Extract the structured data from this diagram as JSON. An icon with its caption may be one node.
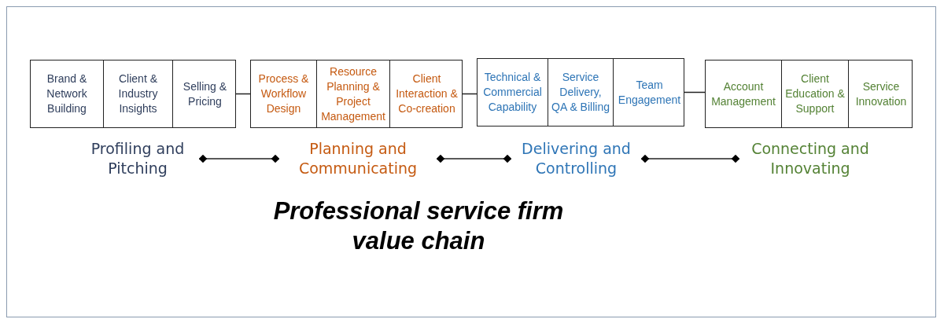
{
  "diagram": {
    "title": "Professional service firm value chain",
    "nodes": [
      {
        "text": [],
        "shape": "box"
      },
      {
        "text": [
          "Brand & Network Building"
        ],
        "in": 0
      },
      {
        "text": [
          "Client & Industry Insights"
        ],
        "in": 0
      },
      {
        "text": [
          "Selling & Pricing"
        ],
        "in": 0
      },
      {
        "text": [],
        "shape": "box"
      },
      {
        "text": [
          "Process & Workflow Design"
        ],
        "in": 4
      },
      {
        "text": [
          "Resource Planning & Project Management"
        ],
        "in": 4
      },
      {
        "text": [
          "Client Interaction & Co-creation"
        ],
        "in": 4
      },
      {
        "text": [],
        "shape": "box"
      },
      {
        "text": [
          "Technical & Commercial Capability"
        ],
        "in": 8
      },
      {
        "text": [
          "Service Delivery, QA & Billing"
        ],
        "in": 8
      },
      {
        "text": [
          "Team Engagement"
        ],
        "in": 8
      },
      {
        "text": [],
        "shape": "box"
      },
      {
        "text": [
          "Account Management"
        ],
        "in": 12
      },
      {
        "text": [
          "Client Education & Support"
        ],
        "in": 12
      },
      {
        "text": [
          "Service Innovation"
        ],
        "in": 12
      },
      {
        "text": [
          "Profiling and Pitching"
        ]
      },
      {
        "text": [
          "Planning and Communicating"
        ]
      },
      {
        "text": [
          "Delivering and Controlling"
        ]
      },
      {
        "text": [
          "Connecting and Innovating"
        ]
      }
    ],
    "edges": [
      {
        "from": 0,
        "to": 4,
        "arrow": "none"
      },
      {
        "from": 4,
        "to": 8,
        "arrow": "none"
      },
      {
        "from": 8,
        "to": 12,
        "arrow": "none"
      },
      {
        "from": 16,
        "to": 17,
        "arrow": "other"
      },
      {
        "from": 17,
        "to": 18,
        "arrow": "other"
      },
      {
        "from": 18,
        "to": 19,
        "arrow": "other"
      }
    ]
  }
}
